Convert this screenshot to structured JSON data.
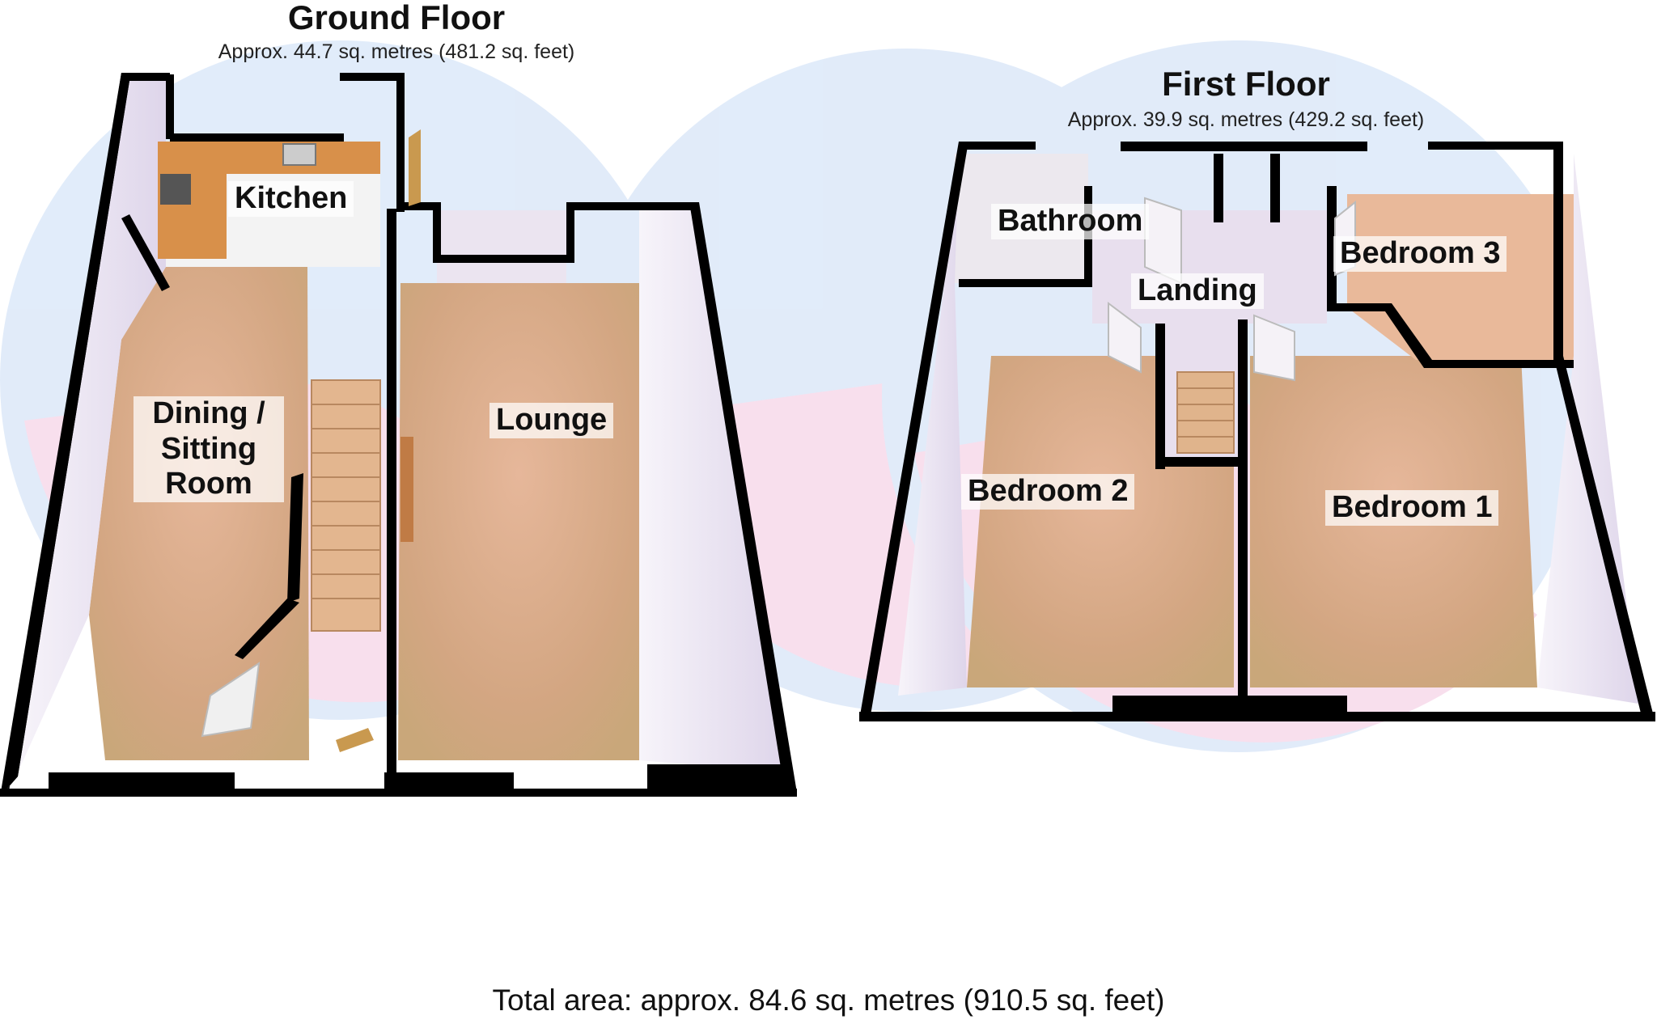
{
  "ground_floor": {
    "title": "Ground Floor",
    "area": "Approx. 44.7 sq. metres (481.2 sq. feet)",
    "rooms": {
      "kitchen": "Kitchen",
      "dining_line1": "Dining /",
      "dining_line2": "Sitting",
      "dining_line3": "Room",
      "lounge": "Lounge"
    }
  },
  "first_floor": {
    "title": "First Floor",
    "area": "Approx. 39.9 sq. metres (429.2 sq. feet)",
    "rooms": {
      "bathroom": "Bathroom",
      "landing": "Landing",
      "bedroom_1": "Bedroom 1",
      "bedroom_2": "Bedroom 2",
      "bedroom_3": "Bedroom 3"
    }
  },
  "total_area": "Total area: approx. 84.6 sq. metres (910.5 sq. feet)",
  "colors": {
    "wall": "#000000",
    "floor_carpet": "#d2a583",
    "floor_kitchen": "#f3f3f3",
    "worktop": "#d8904a",
    "wall_inner": "#e9e0ee",
    "watermark_pink": "#f3c6e0",
    "watermark_blue": "#c9dcf5",
    "watermark_yellow": "#efe49a"
  }
}
